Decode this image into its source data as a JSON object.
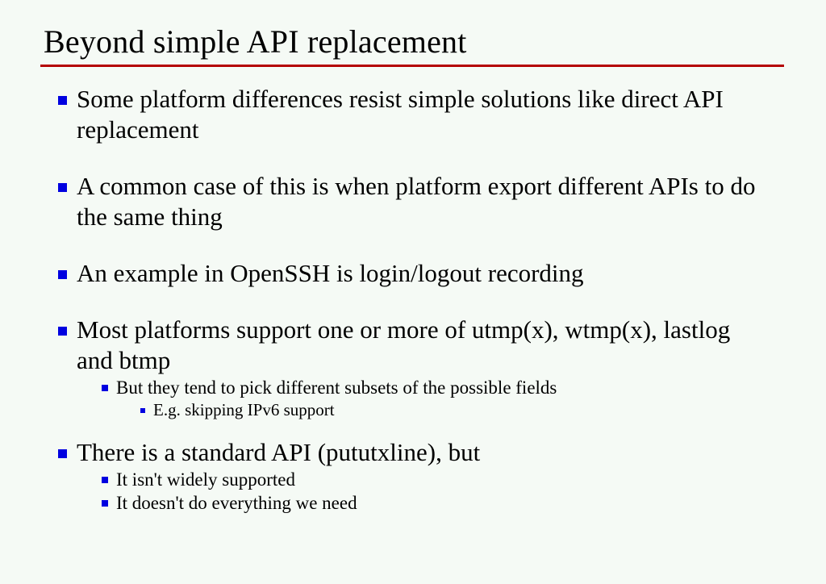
{
  "slide": {
    "background_color": "#f5faf5",
    "title": "Beyond simple API replacement",
    "title_rule_color": "#b40000",
    "bullet_color": "#0000e0",
    "text_color": "#000000"
  },
  "content": {
    "bullets": [
      {
        "level": 1,
        "text": "Some platform differences resist simple solutions like direct API replacement"
      },
      {
        "level": 1,
        "text": "A common case of this is when platform export different APIs to do the same thing"
      },
      {
        "level": 1,
        "text": "An example in OpenSSH is login/logout recording"
      },
      {
        "level": 1,
        "text": "Most platforms support one or more of utmp(x), wtmp(x), lastlog and btmp"
      },
      {
        "level": 2,
        "text": "But they tend to pick different subsets of the possible fields"
      },
      {
        "level": 3,
        "text": "E.g. skipping IPv6 support"
      },
      {
        "level": 1,
        "text": "There is a standard API (pututxline), but"
      },
      {
        "level": 2,
        "text": "It isn't widely supported"
      },
      {
        "level": 2,
        "text": "It doesn't do everything we need"
      }
    ]
  }
}
